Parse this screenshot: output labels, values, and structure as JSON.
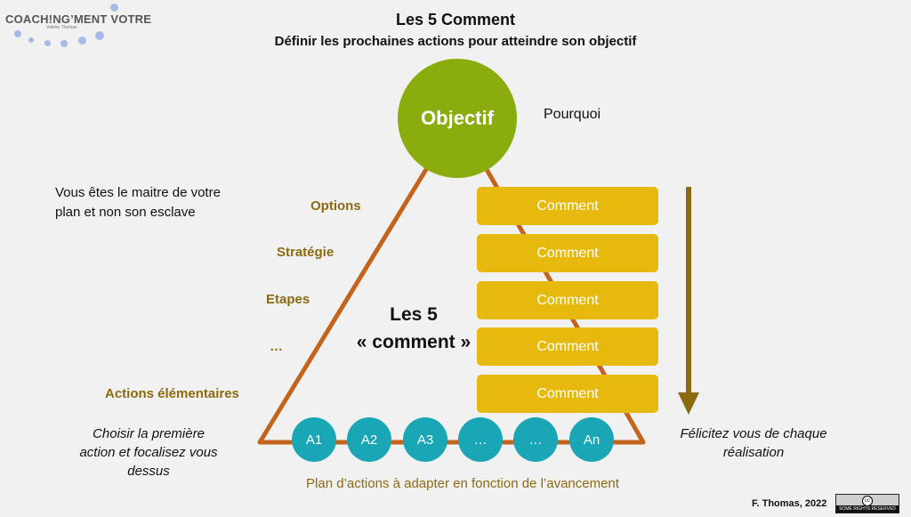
{
  "logo": {
    "text": "COACH!NG’MENT VOTRE",
    "subtitle": "Valérie Thomas"
  },
  "header": {
    "title": "Les 5 Comment",
    "subtitle": "Définir les prochaines actions pour atteindre son objectif"
  },
  "objective": {
    "label": "Objectif",
    "why": "Pourquoi"
  },
  "comments": [
    "Comment",
    "Comment",
    "Comment",
    "Comment",
    "Comment"
  ],
  "side_labels": [
    "Options",
    "Stratégie",
    "Etapes",
    "…",
    "Actions élémentaires"
  ],
  "left_note": "Vous êtes le maitre de votre plan et non son esclave",
  "center_label": {
    "line1": "Les 5",
    "line2": "« comment »"
  },
  "actions": [
    "A1",
    "A2",
    "A3",
    "…",
    "…",
    "An"
  ],
  "bottom_left": "Choisir la première action et focalisez vous dessus",
  "bottom_right": "Félicitez vous de chaque réalisation",
  "plan": "Plan d’actions à adapter en fonction de l’avancement",
  "credit": "F. Thomas, 2022",
  "license": {
    "symbol": "cc",
    "text": "SOME RIGHTS RESERVED"
  },
  "colors": {
    "objective": "#8aac0d",
    "comment": "#e6b90c",
    "action": "#19a6b5",
    "triangle": "#c4641c",
    "arrow": "#8c6a10",
    "label": "#8c6a10"
  }
}
